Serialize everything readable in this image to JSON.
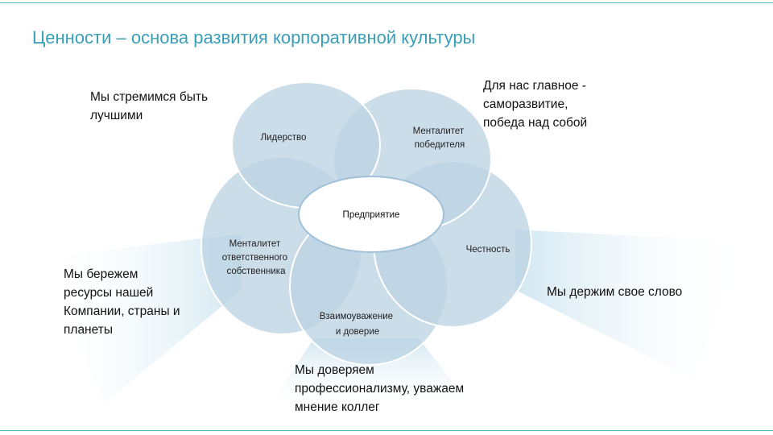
{
  "slide": {
    "title": "Ценности – основа развития корпоративной культуры"
  },
  "diagram": {
    "center": "Предприятие",
    "petals": {
      "leadership": [
        "Лидерство"
      ],
      "winner": [
        "Менталитет",
        "победителя"
      ],
      "honesty": [
        "Честность"
      ],
      "respect": [
        "Взаимоуважение",
        "и доверие"
      ],
      "owner": [
        "Менталитет",
        "ответственного",
        "собственника"
      ]
    },
    "notes": {
      "leadership": [
        "Мы стремимся быть",
        "лучшими"
      ],
      "winner": [
        "Для нас главное -",
        "саморазвитие,",
        "победа над собой"
      ],
      "honesty": [
        "Мы держим свое слово"
      ],
      "respect": [
        "Мы доверяем",
        "профессионализму, уважаем",
        "мнение коллег"
      ],
      "owner": [
        "Мы бережем",
        "ресурсы нашей",
        "Компании, страны и",
        "планеты"
      ]
    },
    "colors": {
      "petal_fill": "#bcd3e3",
      "petal_stroke": "#ffffff",
      "center_fill": "#ffffff",
      "center_stroke": "#9fc0d6",
      "beam": "#d8ecf5",
      "title": "#3a9fb6",
      "rule": "#5fb8c9"
    }
  }
}
